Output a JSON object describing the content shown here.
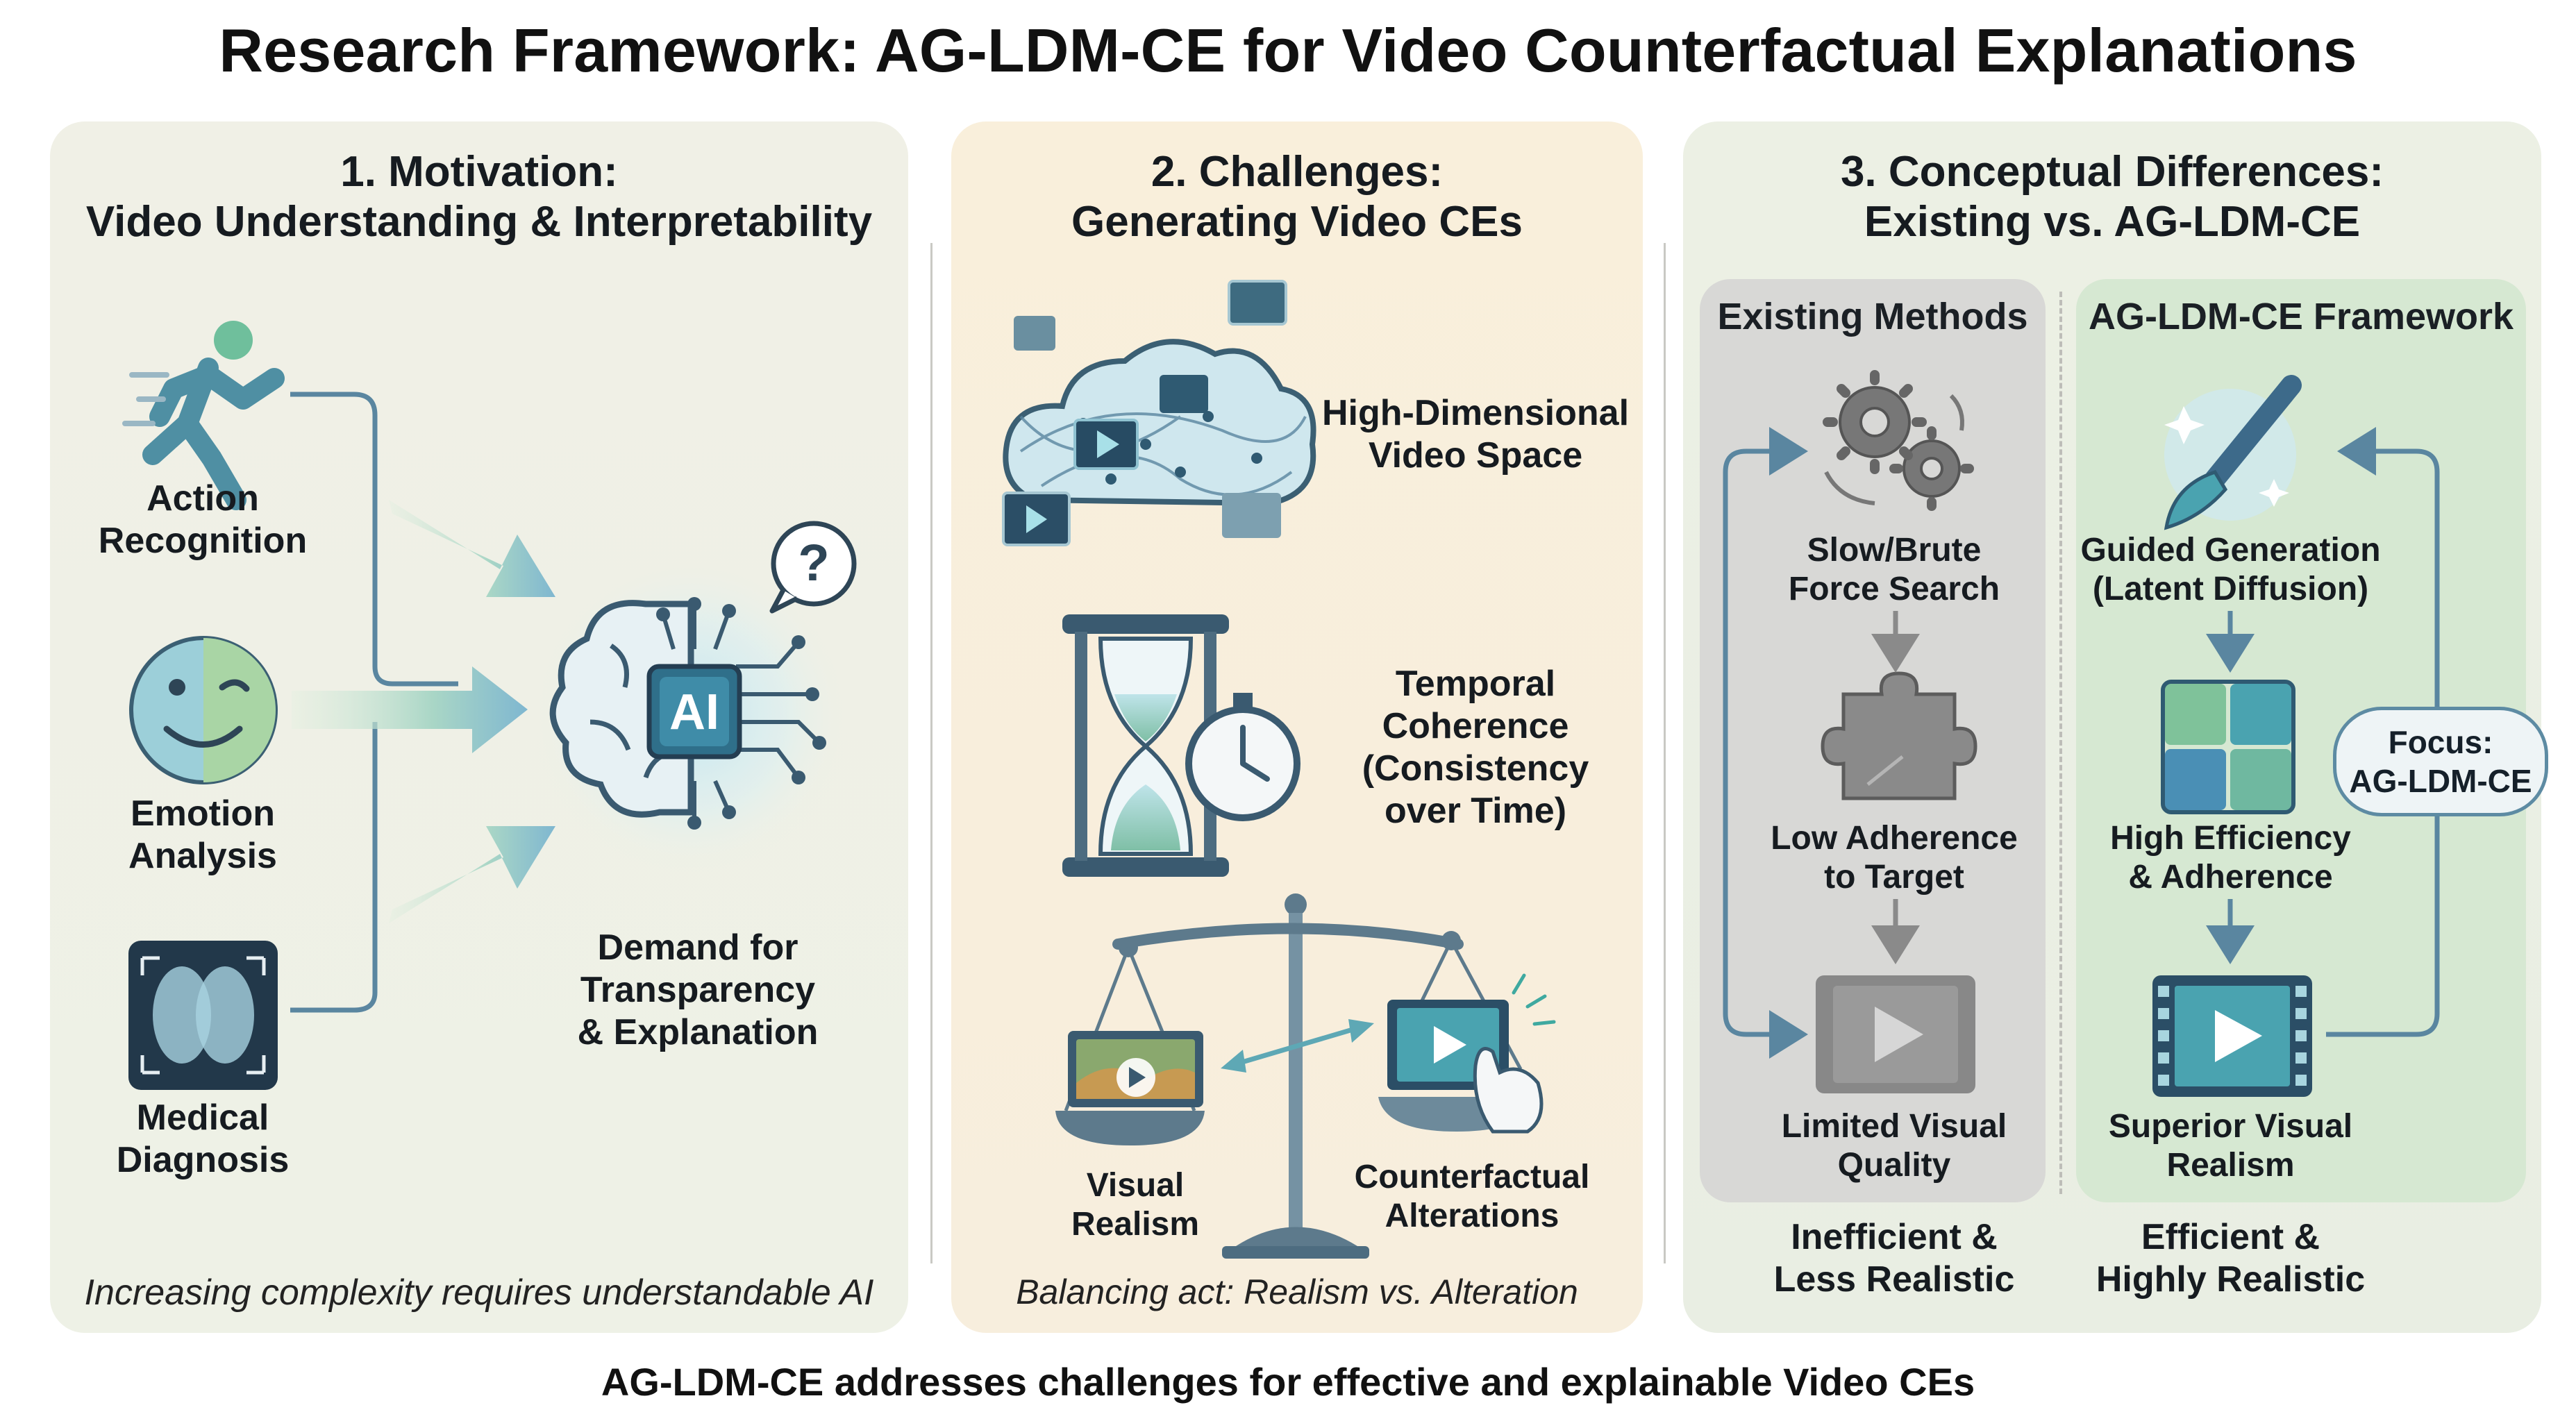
{
  "title": "Research Framework: AG-LDM-CE for Video Counterfactual Explanations",
  "panel1": {
    "heading_line1": "1. Motivation:",
    "heading_line2": "Video Understanding & Interpretability",
    "item1_line1": "Action",
    "item1_line2": "Recognition",
    "item2_line1": "Emotion",
    "item2_line2": "Analysis",
    "item3_line1": "Medical",
    "item3_line2": "Diagnosis",
    "ai_text": "AI",
    "question_mark": "?",
    "demand_line1": "Demand for",
    "demand_line2": "Transparency",
    "demand_line3": "& Explanation",
    "footer": "Increasing complexity requires understandable AI"
  },
  "panel2": {
    "heading_line1": "2. Challenges:",
    "heading_line2": "Generating Video CEs",
    "c1_line1": "High-Dimensional",
    "c1_line2": "Video Space",
    "c2_line1": "Temporal",
    "c2_line2": "Coherence",
    "c2_line3": "(Consistency",
    "c2_line4": "over Time)",
    "left_line1": "Visual",
    "left_line2": "Realism",
    "right_line1": "Counterfactual",
    "right_line2": "Alterations",
    "footer": "Balancing act: Realism vs. Alteration"
  },
  "panel3": {
    "heading_line1": "3. Conceptual Differences:",
    "heading_line2": "Existing vs. AG-LDM-CE",
    "existing": {
      "heading": "Existing Methods",
      "s1_line1": "Slow/Brute",
      "s1_line2": "Force Search",
      "s2_line1": "Low Adherence",
      "s2_line2": "to Target",
      "s3_line1": "Limited Visual",
      "s3_line2": "Quality",
      "summary_line1": "Inefficient &",
      "summary_line2": "Less Realistic"
    },
    "ours": {
      "heading": "AG-LDM-CE Framework",
      "s1_line1": "Guided Generation",
      "s1_line2": "(Latent Diffusion)",
      "s2_line1": "High Efficiency",
      "s2_line2": "& Adherence",
      "s3_line1": "Superior Visual",
      "s3_line2": "Realism",
      "summary_line1": "Efficient &",
      "summary_line2": "Highly Realistic"
    },
    "focus_line1": "Focus:",
    "focus_line2": "AG-LDM-CE"
  },
  "bottom_caption": "AG-LDM-CE addresses challenges for effective and explainable Video CEs",
  "colors": {
    "accent_blue": "#5a86a0",
    "accent_green": "#7fc29a",
    "arrow_grey": "#8a8a8a"
  }
}
